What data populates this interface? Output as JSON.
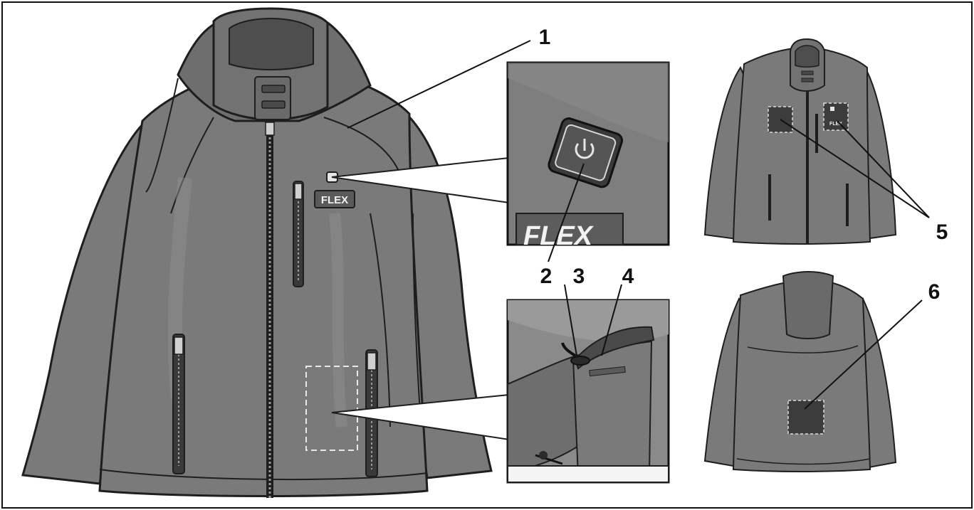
{
  "brand": {
    "label": "FLEX",
    "inset_label": "FLEX",
    "small_label": "FLEX"
  },
  "callouts": [
    {
      "id": "1",
      "label": "1"
    },
    {
      "id": "2",
      "label": "2"
    },
    {
      "id": "3",
      "label": "3"
    },
    {
      "id": "4",
      "label": "4"
    },
    {
      "id": "5",
      "label": "5"
    },
    {
      "id": "6",
      "label": "6"
    }
  ],
  "colors": {
    "jacket": "#7a7a7a",
    "jacket_shadow": "#5e5e5e",
    "outline": "#1e1e1e",
    "heating_pad": "#3c3c3c",
    "frame": "#111111"
  },
  "icons": [
    "power-icon",
    "zipper-icon",
    "usb-plug-icon"
  ]
}
